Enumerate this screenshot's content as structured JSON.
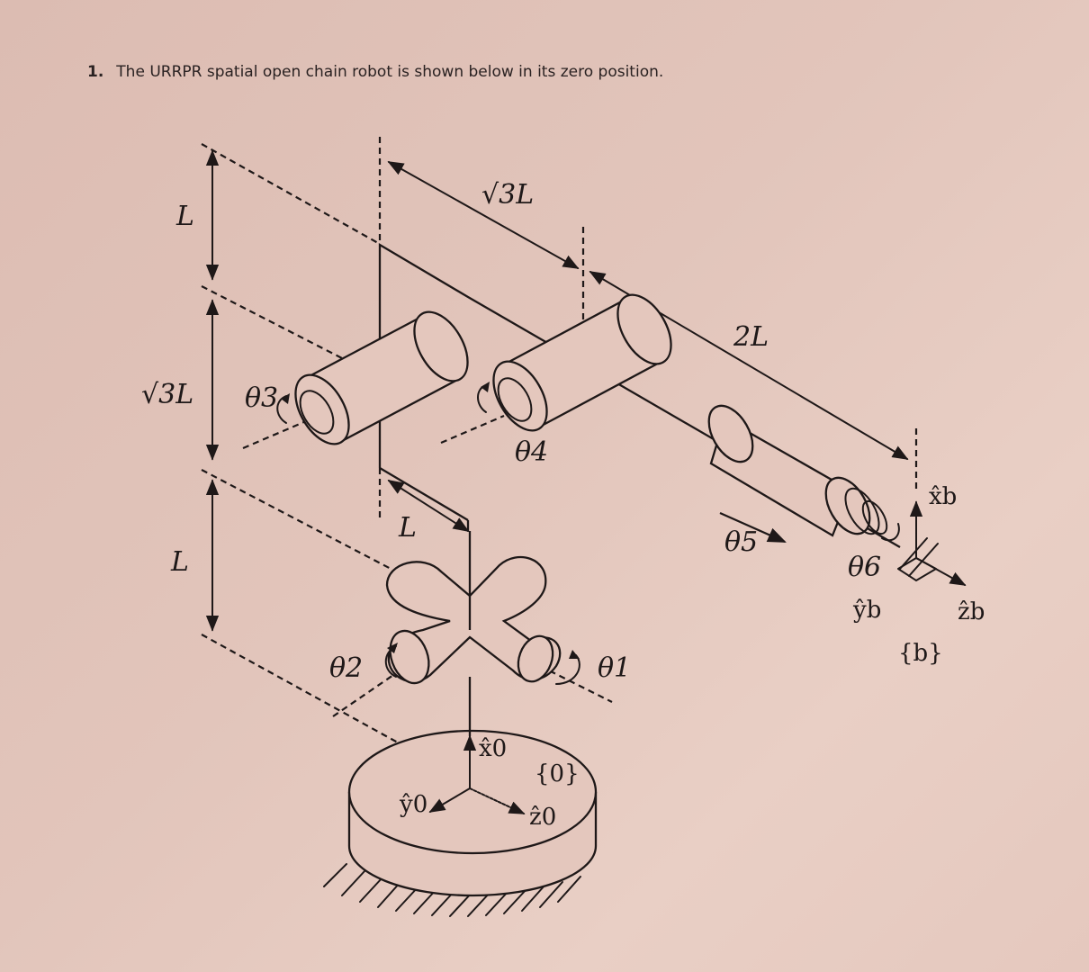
{
  "problem": {
    "number": "1.",
    "text": "The URRPR spatial open chain robot is shown below in its zero position."
  },
  "figure": {
    "dimensions": {
      "top_left_L": "L",
      "middle_left": "√3L",
      "bottom_left_L": "L",
      "top_link": "√3L",
      "right_link": "2L",
      "offset_L": "L"
    },
    "joints": {
      "theta1": "θ1",
      "theta2": "θ2",
      "theta3": "θ3",
      "theta4": "θ4",
      "theta5": "θ5",
      "theta6": "θ6"
    },
    "frames": {
      "base": "{0}",
      "x0": "x̂0",
      "y0": "ŷ0",
      "z0": "ẑ0",
      "body": "{b}",
      "xb": "x̂b",
      "yb": "ŷb",
      "zb": "ẑb"
    }
  },
  "colors": {
    "ink": "#1e1818",
    "paper": "#e2c5bb"
  }
}
